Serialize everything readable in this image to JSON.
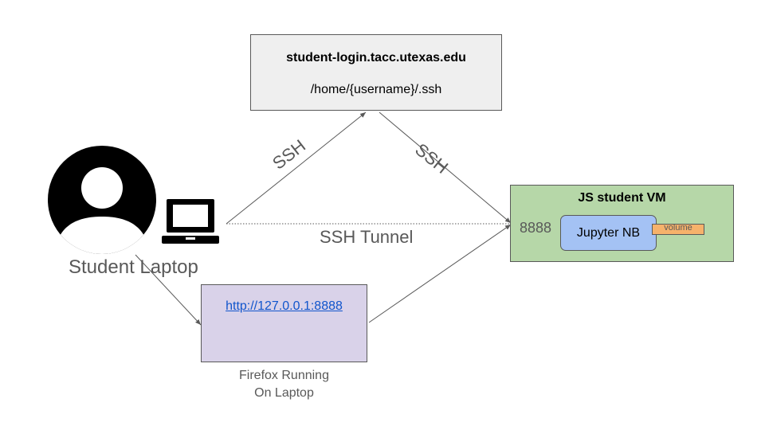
{
  "login_server": {
    "hostname": "student-login.tacc.utexas.edu",
    "path": "/home/{username}/.ssh"
  },
  "vm": {
    "title": "JS student VM",
    "port": "8888",
    "jupyter_label": "Jupyter NB",
    "volume_label": "volume"
  },
  "firefox": {
    "url": "http://127.0.0.1:8888",
    "caption_line1": "Firefox Running",
    "caption_line2": "On Laptop"
  },
  "student": {
    "label": "Student Laptop"
  },
  "connections": {
    "ssh_left": "SSH",
    "ssh_right": "SSH",
    "tunnel": "SSH Tunnel"
  },
  "icons": [
    "user-avatar-icon",
    "laptop-icon"
  ]
}
